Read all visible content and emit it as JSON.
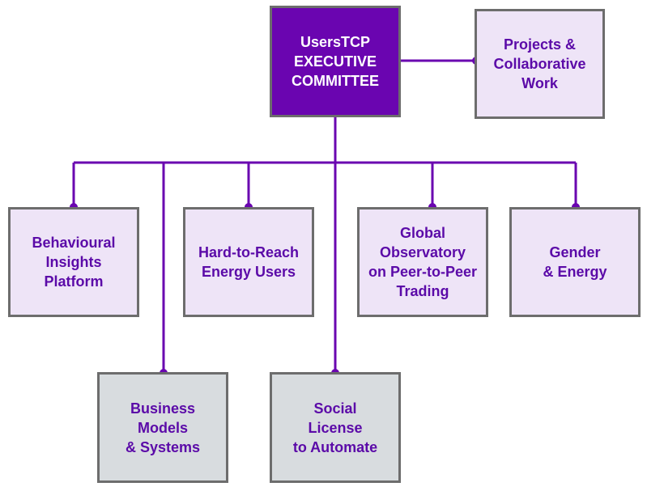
{
  "diagram": {
    "executive": {
      "label": "UsersTCP\nEXECUTIVE\nCOMMITTEE"
    },
    "projects": {
      "label": "Projects &\nCollaborative\nWork"
    },
    "tasks": [
      {
        "label": "Behavioural\nInsights\nPlatform"
      },
      {
        "label": "Hard-to-Reach\nEnergy Users"
      },
      {
        "label": "Global\nObservatory\non Peer-to-Peer\nTrading"
      },
      {
        "label": "Gender\n& Energy"
      }
    ],
    "lower_tasks": [
      {
        "label": "Business\nModels\n& Systems"
      },
      {
        "label": "Social\nLicense\nto Automate"
      }
    ],
    "colors": {
      "executive_fill": "#6a05b0",
      "box_fill_light": "#eee4f7",
      "box_fill_grey": "#d8dcdf",
      "box_border": "#6d6d6d",
      "connector": "#6a05b0",
      "text": "#5b0aa8"
    }
  }
}
